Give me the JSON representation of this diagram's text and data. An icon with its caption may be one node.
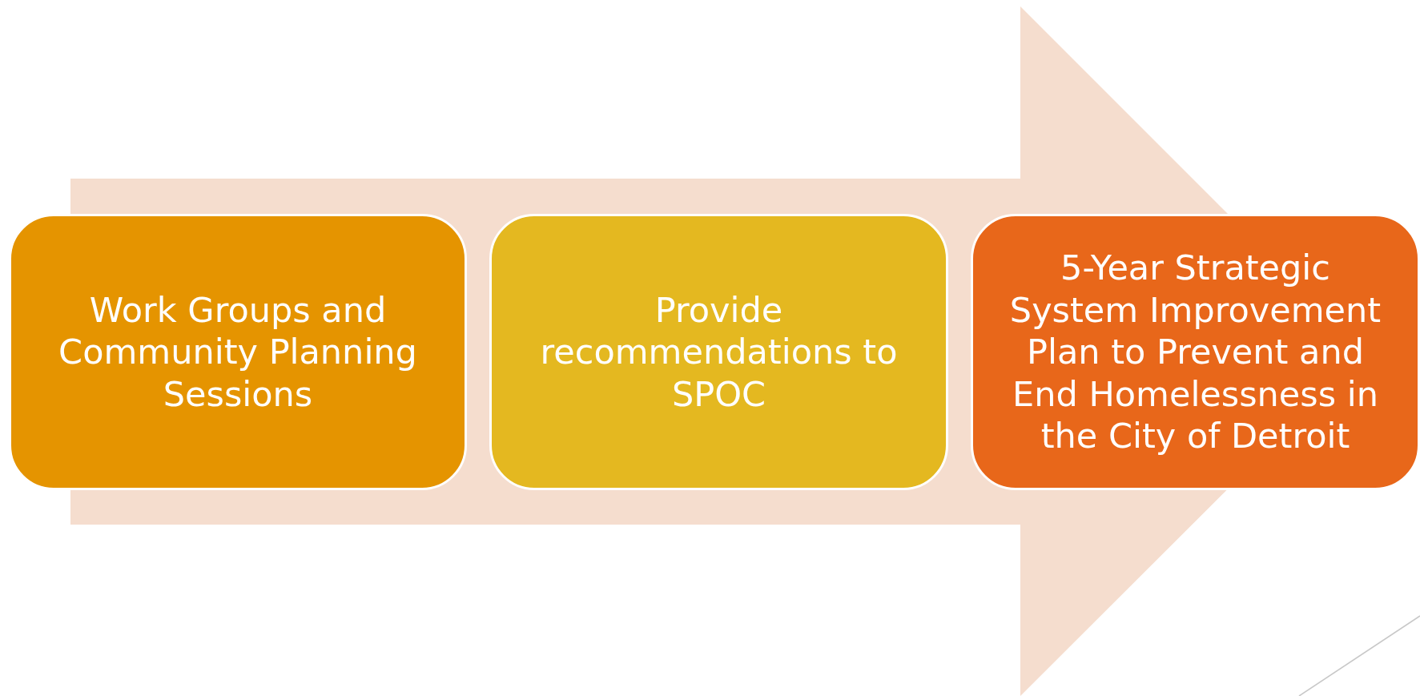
{
  "diagram": {
    "nodes": [
      {
        "text": [
          "Work Groups and Community Planning Sessions"
        ]
      },
      {
        "text": [
          "Provide recommendations to SPOC"
        ]
      },
      {
        "text": [
          "5-Year Strategic System Improvement Plan to Prevent and End Homelessness in the City of Detroit"
        ]
      }
    ],
    "edges": [
      {
        "from": 0,
        "to": 2,
        "arrow": "to"
      }
    ]
  }
}
